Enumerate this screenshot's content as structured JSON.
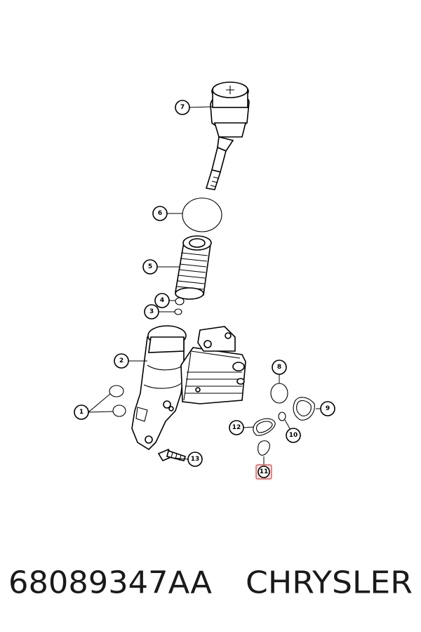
{
  "callouts": {
    "c1": "1",
    "c2": "2",
    "c3": "3",
    "c4": "4",
    "c5": "5",
    "c6": "6",
    "c7": "7",
    "c8": "8",
    "c9": "9",
    "c10": "10",
    "c11": "11",
    "c12": "12",
    "c13": "13"
  },
  "caption": {
    "part_number": "68089347AA",
    "brand": "CHRYSLER"
  },
  "colors": {
    "highlight": "#e0555a",
    "line": "#000000"
  }
}
